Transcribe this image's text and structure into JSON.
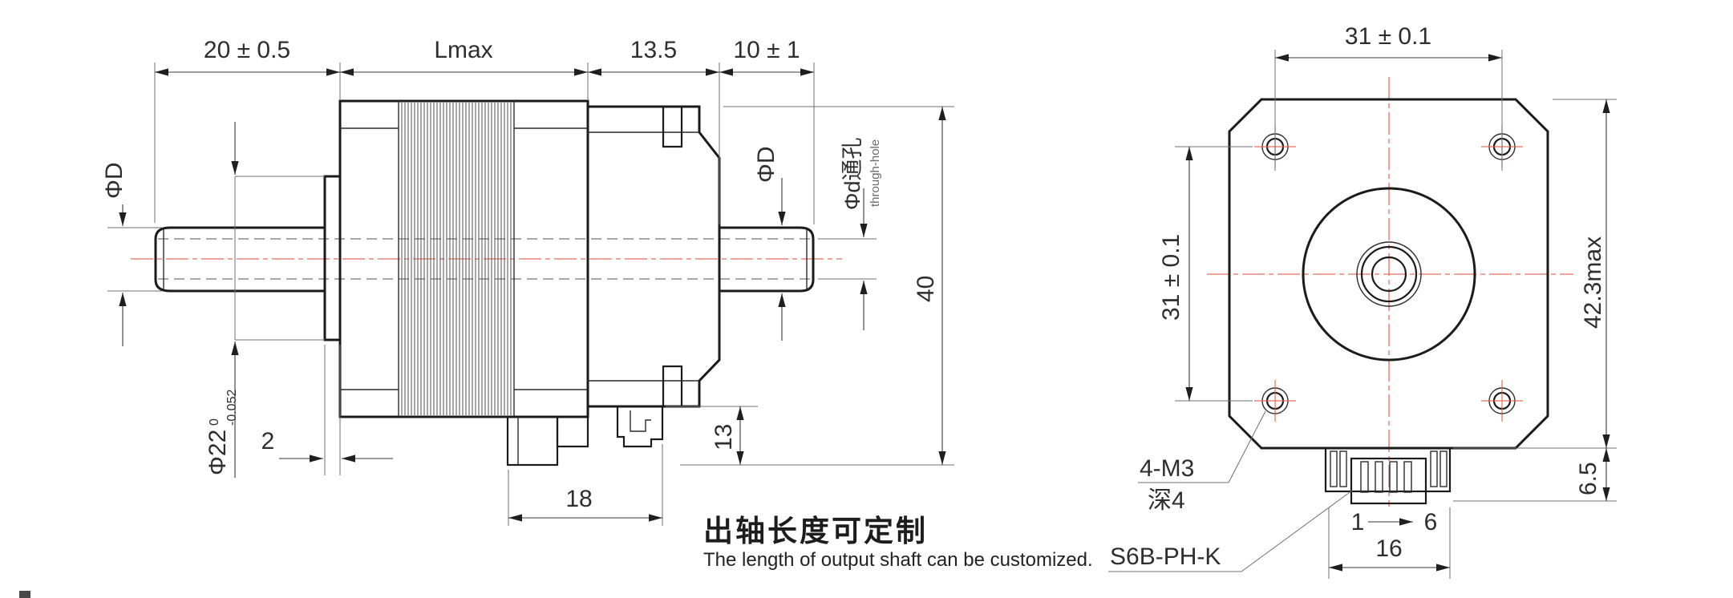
{
  "drawing_title": "geared stepper motor dimensional drawing",
  "side_view": {
    "dim_shaft_front": "20 ± 0.5",
    "dim_gearbox_length": "Lmax",
    "dim_motor_front": "13.5",
    "dim_shaft_rear": "10 ± 1",
    "dim_shaft_dia_left": "ΦD",
    "dim_shaft_dia_right": "ΦD",
    "dim_through_hole_cn": "Φd通孔",
    "dim_through_hole_en": "through-hole",
    "dim_motor_height": "40",
    "dim_pilot_dia": "Φ22",
    "dim_pilot_tol_upper": "0",
    "dim_pilot_tol_lower": "-0.052",
    "dim_pilot_width": "2",
    "dim_connector_length": "18",
    "dim_connector_height": "13"
  },
  "front_view": {
    "dim_hole_spacing_h": "31 ± 0.1",
    "dim_hole_spacing_v": "31 ± 0.1",
    "dim_body_size": "42.3max",
    "dim_connector_depth": "6.5",
    "label_mounting_holes": "4-M3",
    "label_hole_depth": "深4",
    "label_connector_type": "S6B-PH-K",
    "pin_first": "1",
    "pin_last": "6",
    "dim_connector_width": "16"
  },
  "note": {
    "cn": "出轴长度可定制",
    "en": "The length of output shaft can be customized."
  },
  "colors": {
    "line": "#1b1b1b",
    "centerline_red": "#e0614d",
    "hidden_gray": "#8b8b8b"
  }
}
